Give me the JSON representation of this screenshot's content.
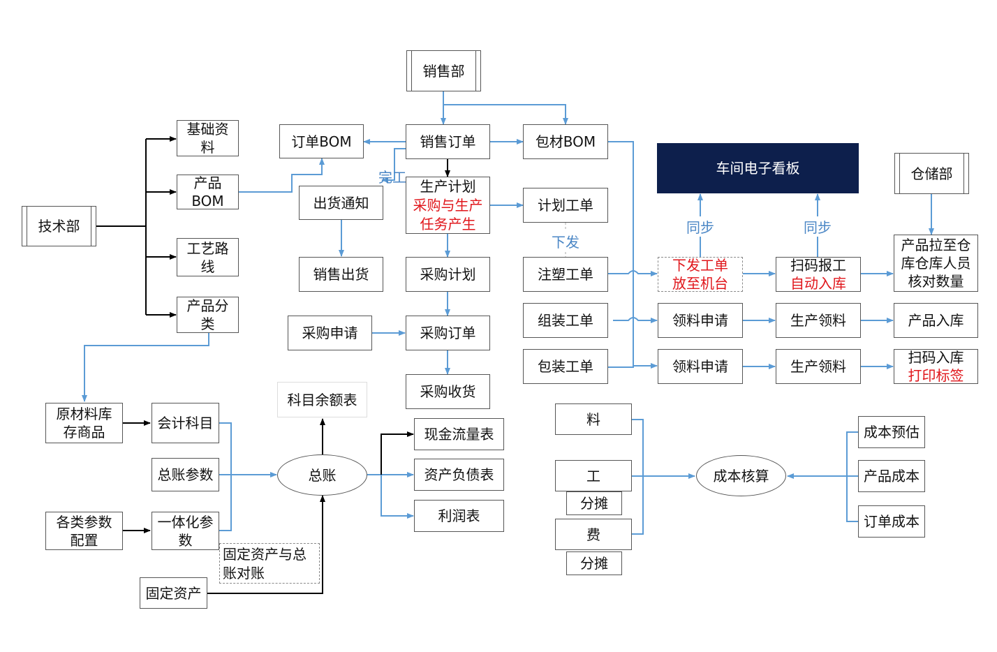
{
  "colors": {
    "blue_line": "#5b9bd5",
    "black_line": "#000000",
    "dark_box": "#0d1f4c",
    "red_text": "#e0161b",
    "label_blue": "#4a86c5"
  },
  "nodes": {
    "sales_dept": "销售部",
    "sales_order": "销售订单",
    "order_bom": "订单BOM",
    "pack_bom": "包材BOM",
    "prod_plan": "生产计划",
    "prod_plan_red": "采购与生产任务产生",
    "ship_notice": "出货通知",
    "sales_ship": "销售出货",
    "purchase_plan": "采购计划",
    "purchase_request": "采购申请",
    "purchase_order": "采购订单",
    "purchase_receive": "采购收货",
    "plan_wo": "计划工单",
    "injection_wo": "注塑工单",
    "assembly_wo": "组装工单",
    "packing_wo": "包装工单",
    "issue_wo": "下发工单放至机台",
    "scan_report": "扫码报工",
    "auto_stock": "自动入库",
    "kanban": "车间电子看板",
    "warehouse_dept": "仓储部",
    "warehouse_check": "产品拉至仓库仓库人员核对数量",
    "material_req_1": "领料申请",
    "material_req_2": "领料申请",
    "prod_pick_1": "生产领料",
    "prod_pick_2": "生产领料",
    "product_in": "产品入库",
    "scan_in": "扫码入库",
    "print_label": "打印标签",
    "tech_dept": "技术部",
    "basic_data": "基础资料",
    "product_bom": "产品BOM",
    "process_route": "工艺路线",
    "product_class": "产品分类",
    "raw_material": "原材料库存商品",
    "acct_subject": "会计科目",
    "gl_params": "总账参数",
    "param_config": "各类参数配置",
    "integration_params": "一体化参数",
    "general_ledger": "总账",
    "balance_table": "科目余额表",
    "cash_flow": "现金流量表",
    "balance_sheet": "资产负债表",
    "profit": "利润表",
    "fa_recon": "固定资产与总账对账",
    "fixed_assets": "固定资产",
    "material": "料",
    "labor": "工",
    "labor_alloc": "分摊",
    "expense": "费",
    "expense_alloc": "分摊",
    "cost_accounting": "成本核算",
    "cost_estimate": "成本预估",
    "product_cost": "产品成本",
    "order_cost": "订单成本"
  },
  "labels": {
    "complete": "完工",
    "dispatch": "下发",
    "sync1": "同步",
    "sync2": "同步"
  }
}
